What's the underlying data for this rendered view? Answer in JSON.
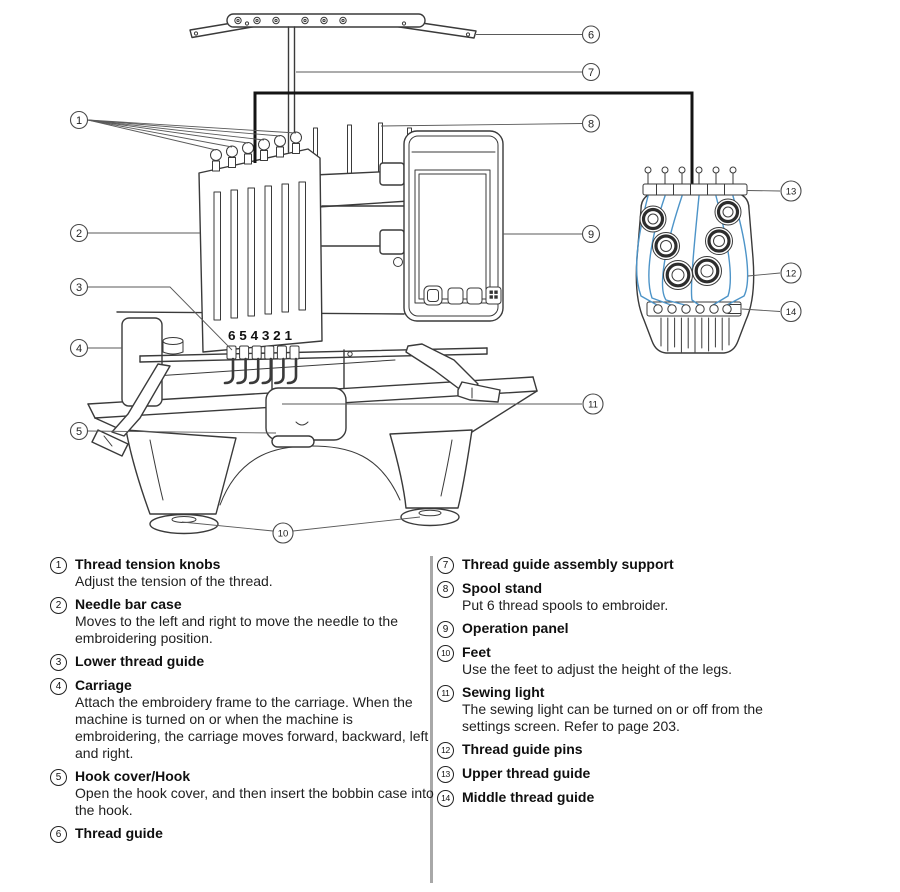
{
  "page": {
    "background": "#ffffff"
  },
  "diagram": {
    "needle_numbers": "6 5 4 3 2 1",
    "callouts": [
      "1",
      "2",
      "3",
      "4",
      "5",
      "6",
      "7",
      "8",
      "9",
      "10",
      "11",
      "12",
      "13",
      "14"
    ],
    "colors": {
      "line": "#3a3a3a",
      "thread_path": "#4d94c8",
      "divider": "#a8a8a8"
    }
  },
  "legend": {
    "left": [
      {
        "num": "1",
        "title": "Thread tension knobs",
        "desc": "Adjust the tension of the thread."
      },
      {
        "num": "2",
        "title": "Needle bar case",
        "desc": "Moves to the left and right to move the needle to the embroidering position."
      },
      {
        "num": "3",
        "title": "Lower thread guide"
      },
      {
        "num": "4",
        "title": "Carriage",
        "desc": "Attach the embroidery frame to the carriage. When the machine is turned on or when the machine is embroidering, the carriage moves forward, backward, left and right."
      },
      {
        "num": "5",
        "title": "Hook cover/Hook",
        "desc": "Open the hook cover, and then insert the bobbin case into the hook."
      },
      {
        "num": "6",
        "title": "Thread guide"
      }
    ],
    "right": [
      {
        "num": "7",
        "title": "Thread guide assembly support"
      },
      {
        "num": "8",
        "title": "Spool stand",
        "desc": "Put 6 thread spools to embroider."
      },
      {
        "num": "9",
        "title": "Operation panel"
      },
      {
        "num": "10",
        "title": "Feet",
        "desc": "Use the feet to adjust the height of the legs."
      },
      {
        "num": "11",
        "title": "Sewing light",
        "desc": "The sewing light can be turned on or off from the settings screen. Refer to page 203."
      },
      {
        "num": "12",
        "title": "Thread guide pins"
      },
      {
        "num": "13",
        "title": "Upper thread guide"
      },
      {
        "num": "14",
        "title": "Middle thread guide"
      }
    ]
  }
}
